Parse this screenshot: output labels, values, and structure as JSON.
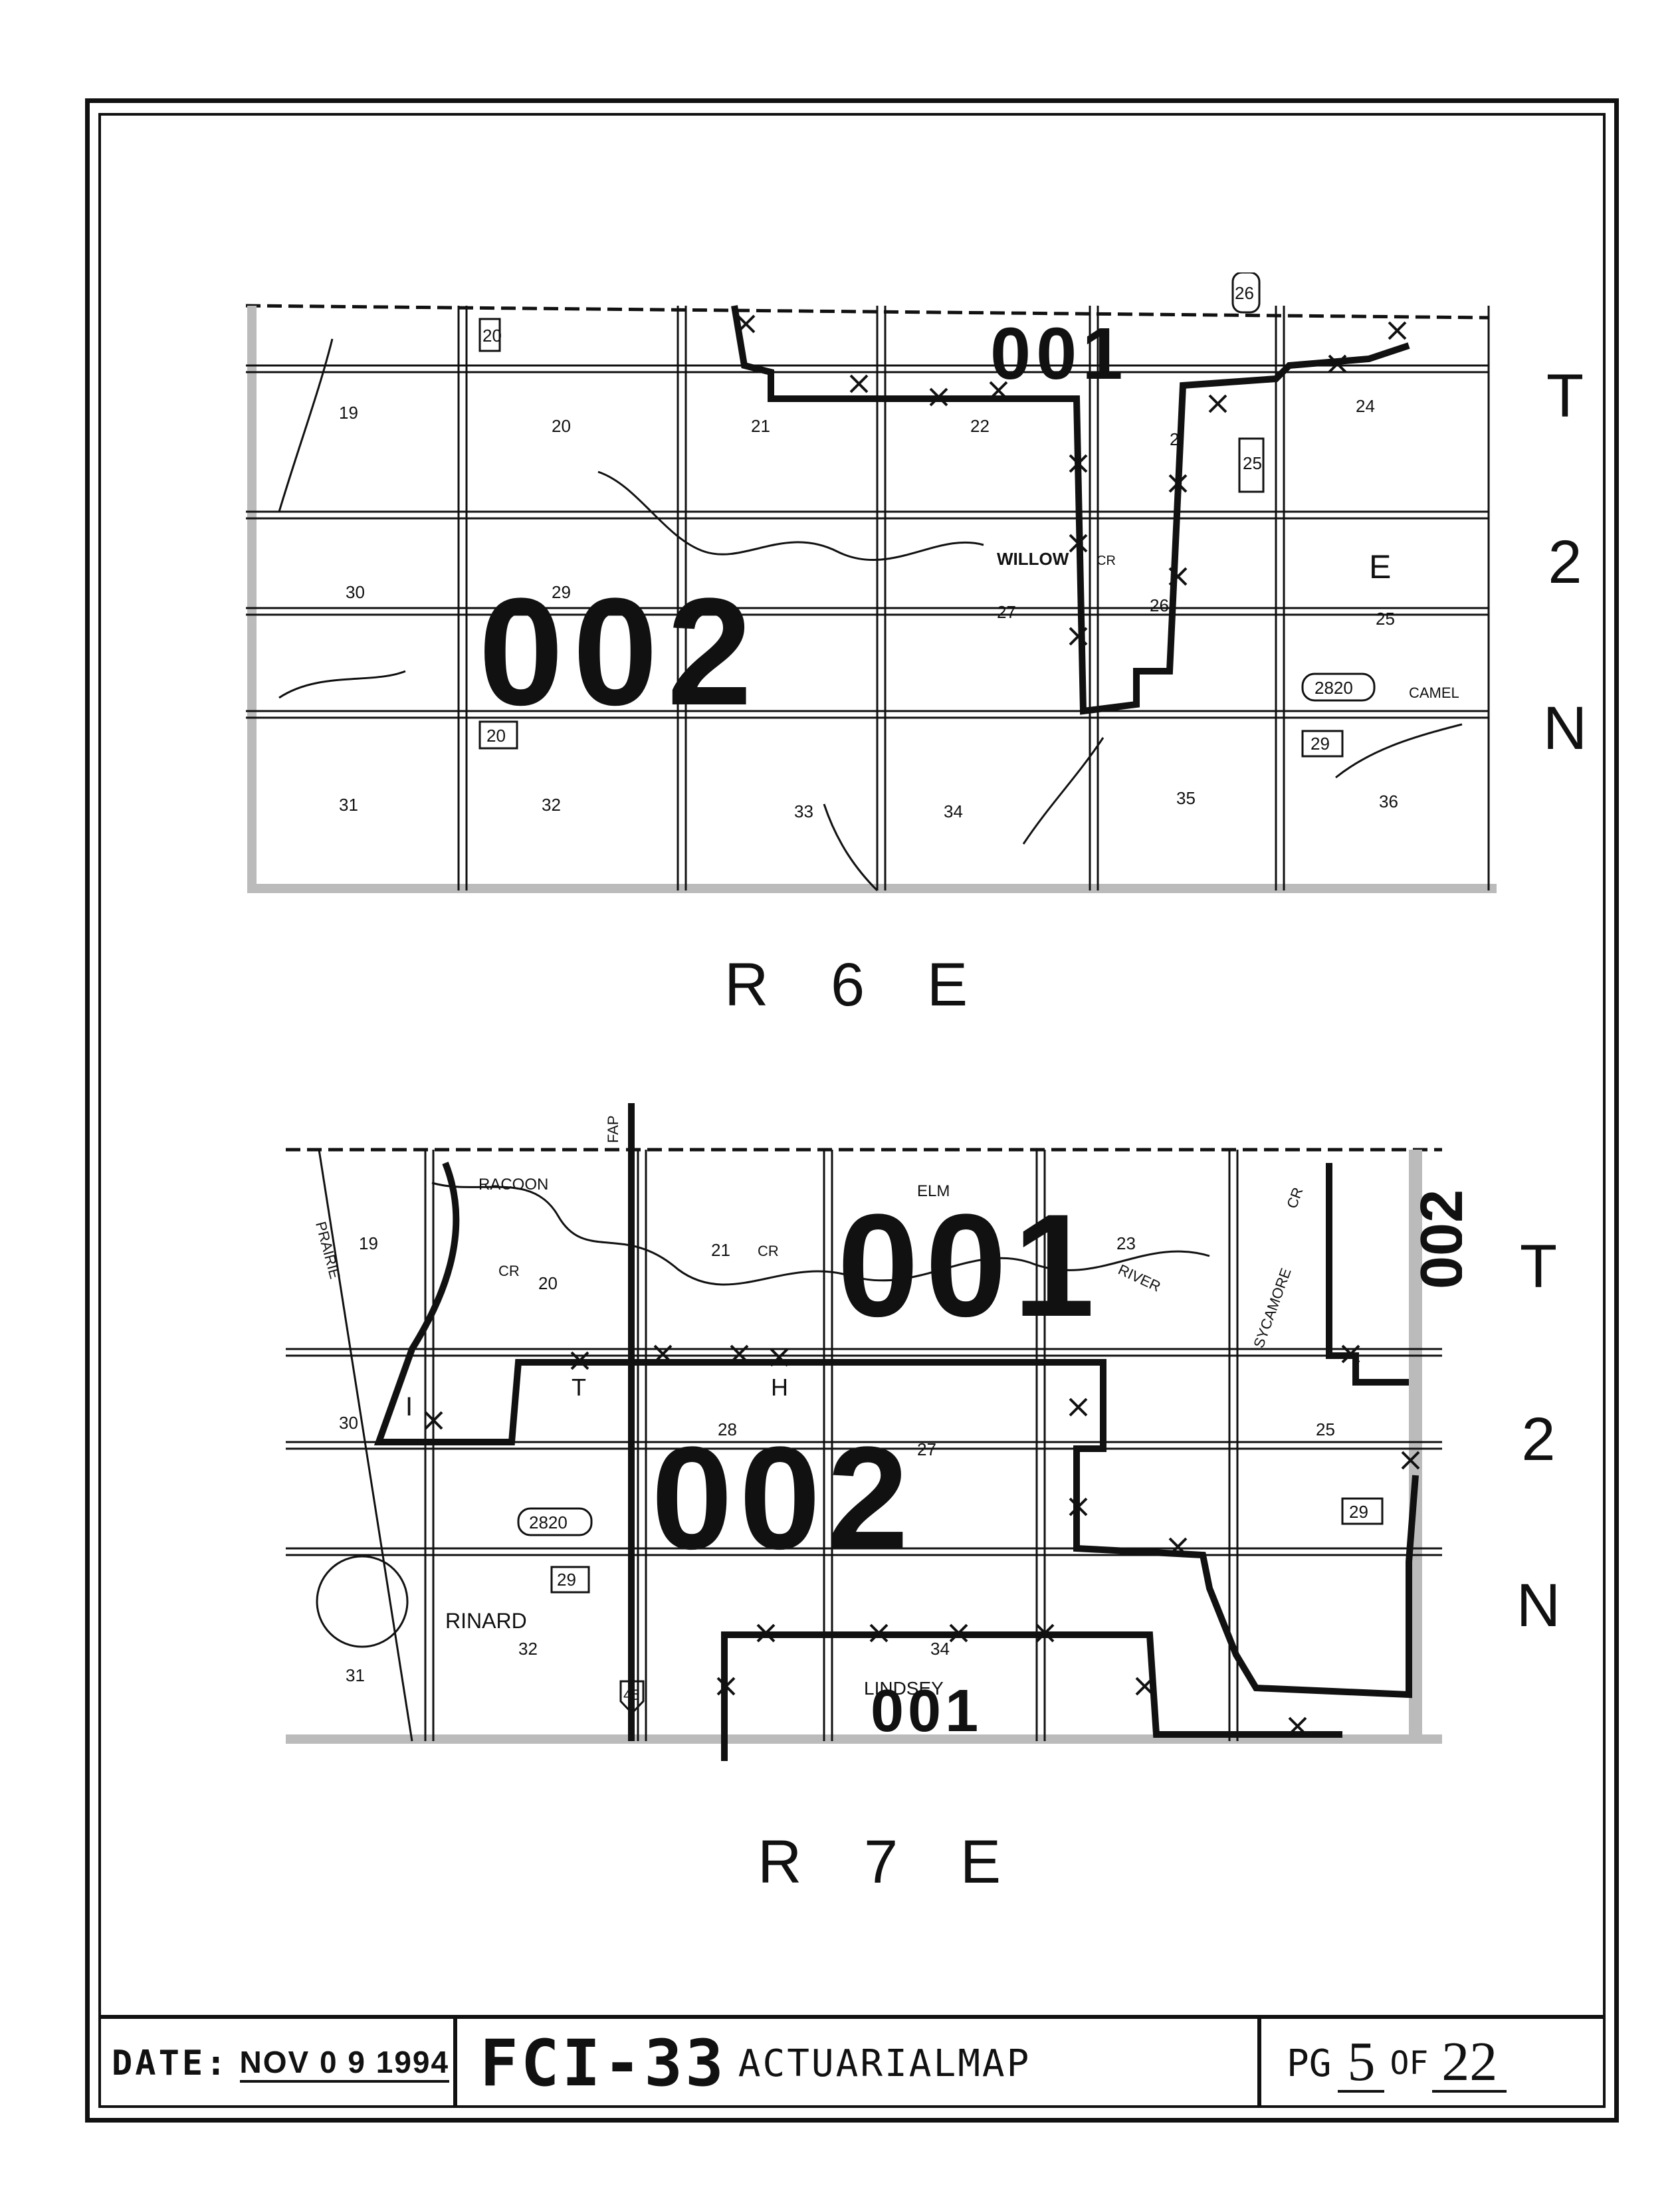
{
  "map_top": {
    "range_label": "R 6 E",
    "township_label": [
      "T",
      "2",
      "N"
    ],
    "district_labels": [
      "001",
      "002"
    ],
    "route_shields": [
      "20",
      "20",
      "25",
      "29",
      "26"
    ],
    "county_road": "2820",
    "place_names": [
      "WILLOW",
      "CR",
      "CAMEL"
    ],
    "letter_label": "E",
    "sections": [
      "19",
      "20",
      "21",
      "22",
      "2",
      "24",
      "30",
      "29",
      "27",
      "26",
      "25",
      "31",
      "32",
      "33",
      "34",
      "35",
      "36"
    ]
  },
  "map_bottom": {
    "range_label": "R 7 E",
    "township_label": [
      "T",
      "2",
      "N"
    ],
    "district_labels": [
      "001",
      "002",
      "002",
      "001"
    ],
    "route_shields": [
      "29",
      "29",
      "45"
    ],
    "county_road": "2820",
    "highway_label": "FAP",
    "place_names": [
      "RACOON",
      "CR",
      "PRAIRIE",
      "ELM",
      "CR",
      "RIVER",
      "SYCAMORE",
      "CR",
      "RINARD",
      "LINDSEY"
    ],
    "letter_labels": [
      "I",
      "T",
      "H"
    ],
    "sections": [
      "19",
      "20",
      "21",
      "23",
      "30",
      "28",
      "27",
      "25",
      "31",
      "32",
      "34"
    ]
  },
  "footer": {
    "date_label": "DATE:",
    "date_value": "NOV 0 9 1994",
    "form_id": "FCI-33",
    "form_title": "ACTUARIALMAP",
    "page_label": "PG",
    "page_number": "5",
    "page_of": "OF",
    "page_total": "22"
  }
}
